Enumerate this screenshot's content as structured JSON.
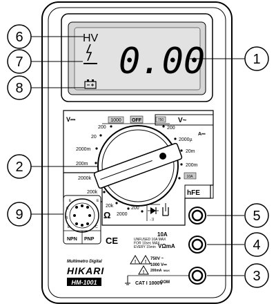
{
  "lcd": {
    "hv_label": "HV",
    "reading": "0.00"
  },
  "callouts": [
    "1",
    "2",
    "3",
    "4",
    "5",
    "6",
    "7",
    "8",
    "9"
  ],
  "dial": {
    "vdc_label": "V⎓",
    "vac_label": "V~",
    "off_label": "OFF",
    "vdc_range_1000": "1000",
    "vdc_ranges": [
      "200",
      "20",
      "2000m",
      "200m"
    ],
    "vac_range_750": "750",
    "vac_range_200": "200",
    "amp_label": "A⎓",
    "amp_ranges": [
      "2000µ",
      "20m",
      "200m",
      "10A"
    ],
    "ohm_ranges": [
      "2000k",
      "200k",
      "20k",
      "2000",
      "200"
    ],
    "ohm_symbol": "Ω",
    "hfe_label": "hFE",
    "diode_label": "→|—",
    "diode_sub": "→))",
    "continuity_label": "→)))"
  },
  "hfe_socket": {
    "npn_label": "NPN",
    "pnp_label": "PNP",
    "pin_letters": [
      "E",
      "C",
      "B",
      "E",
      "E",
      "C"
    ]
  },
  "ce_mark": "CE",
  "jacks": {
    "a10_label": "10A",
    "a10_note": "UNFUSED 10A MAX\nFOR 10sec MAX\nEVERY 15min",
    "vohm_label": "VΩmA",
    "vohm_note_1": "750V ~",
    "vohm_note_2": "1000 V⎓",
    "vohm_note_3": "200mA",
    "vohm_note_4": "MAX",
    "com_label": "COM",
    "cat_label": "CAT I 1000V"
  },
  "brand": {
    "subtitle": "Multimetro Digital",
    "name": "HIKARI",
    "model": "HM-1001"
  },
  "colors": {
    "body": "#ffffff",
    "outline": "#000000",
    "lcd_bg": "#d6d6d6"
  }
}
